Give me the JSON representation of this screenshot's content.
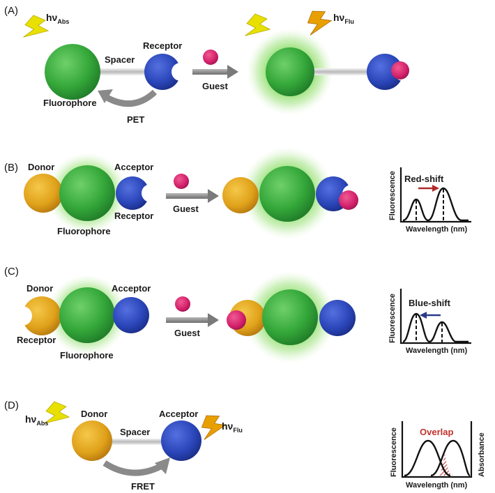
{
  "panels": {
    "A": {
      "letter": "(A)",
      "hv_abs": {
        "main": "hν",
        "sub": "Abs"
      },
      "hv_flu": {
        "main": "hν",
        "sub": "Flu"
      },
      "spacer": "Spacer",
      "receptor": "Receptor",
      "fluorophore": "Fluorophore",
      "pet": "PET",
      "guest": "Guest"
    },
    "B": {
      "letter": "(B)",
      "donor": "Donor",
      "acceptor": "Acceptor",
      "receptor": "Receptor",
      "fluorophore": "Fluorophore",
      "guest": "Guest",
      "plot": {
        "title": "Red-shift",
        "xlabel": "Wavelength (nm)",
        "ylabel": "Fluorescence"
      }
    },
    "C": {
      "letter": "(C)",
      "donor": "Donor",
      "acceptor": "Acceptor",
      "receptor": "Receptor",
      "fluorophore": "Fluorophore",
      "guest": "Guest",
      "plot": {
        "title": "Blue-shift",
        "xlabel": "Wavelength (nm)",
        "ylabel": "Fluorescence"
      }
    },
    "D": {
      "letter": "(D)",
      "hv_abs": {
        "main": "hν",
        "sub": "Abs"
      },
      "hv_flu": {
        "main": "hν",
        "sub": "Flu"
      },
      "donor": "Donor",
      "spacer": "Spacer",
      "acceptor": "Acceptor",
      "fret": "FRET",
      "plot": {
        "title": "Overlap",
        "xlabel": "Wavelength (nm)",
        "ylabel_left": "Fluorescence",
        "ylabel_right": "Absorbance"
      }
    }
  },
  "colors": {
    "fluorophore": "#3aa63a",
    "glow": "#7ed957",
    "receptor": "#2a45b8",
    "donor": "#e0a11a",
    "guest": "#d21f6a",
    "arrow": "#8a8a8a",
    "red_arrow": "#b02a2a",
    "blue_arrow": "#2a3a8a",
    "lightning": "#e8e000",
    "lightning_orange": "#e8a000"
  }
}
